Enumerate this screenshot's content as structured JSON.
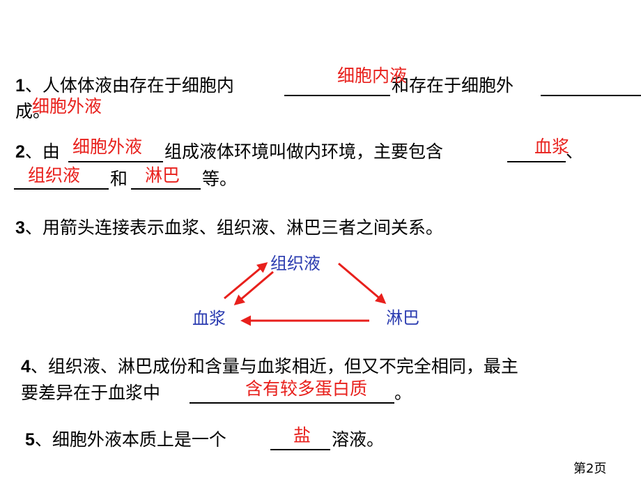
{
  "q1": {
    "number": "1",
    "text_a": "、人体体液由存在于细胞内",
    "text_b": "和存在于细胞外",
    "text_c": "成。",
    "answer_1": "细胞内液",
    "answer_2": "细胞外液"
  },
  "q2": {
    "number": "2",
    "text_a": "、由",
    "text_b": "组成液体环境叫做内环境，主要包含",
    "text_c": "、",
    "text_d": "和",
    "text_e": "等。",
    "answer_1": "细胞外液",
    "answer_2": "血浆",
    "answer_3": "组织液",
    "answer_4": "淋巴"
  },
  "q3": {
    "number": "3",
    "text": "、用箭头连接表示血浆、组织液、淋巴三者之间关系。",
    "diagram": {
      "node_top": "组织液",
      "node_left": "血浆",
      "node_right": "淋巴",
      "arrow_color": "#e8201c",
      "node_color": "#2a3bb0"
    }
  },
  "q4": {
    "number": "4",
    "text_a": "、组织液、淋巴成份和含量与血浆相近，但又不完全相同，最主",
    "text_b": "要差异在于血浆中",
    "text_c": "。",
    "answer_1": "含有较多蛋白质"
  },
  "q5": {
    "number": "5",
    "text_a": "、细胞外液本质上是一个",
    "text_b": "溶液。",
    "answer_1": "盐"
  },
  "footer": {
    "page_label": "第2页"
  },
  "colors": {
    "answer": "#e8201c",
    "node": "#2a3bb0",
    "text": "#000000"
  }
}
